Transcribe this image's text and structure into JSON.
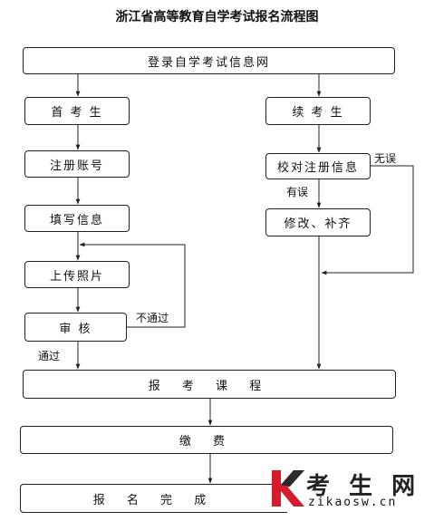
{
  "title": "浙江省高等教育自学考试报名流程图",
  "nodes": {
    "login": "登录自学考试信息网",
    "first_time": "首 考 生",
    "register_account": "注册账号",
    "fill_info": "填写信息",
    "upload_photo": "上传照片",
    "review": "审 核",
    "returning": "续 考 生",
    "verify_info": "校对注册信息",
    "modify_fill": "修改、补齐",
    "course_register": "报 考 课 程",
    "payment": "缴 费",
    "completed": "报 名 完 成"
  },
  "edge_labels": {
    "not_passed": "不通过",
    "passed": "通过",
    "no_error": "无误",
    "has_error": "有误"
  },
  "watermark": {
    "text": "考 生 网",
    "url": "zikaosw.cn",
    "colors": {
      "accent": "#d81b2a",
      "dark": "#2b2b2b"
    }
  }
}
